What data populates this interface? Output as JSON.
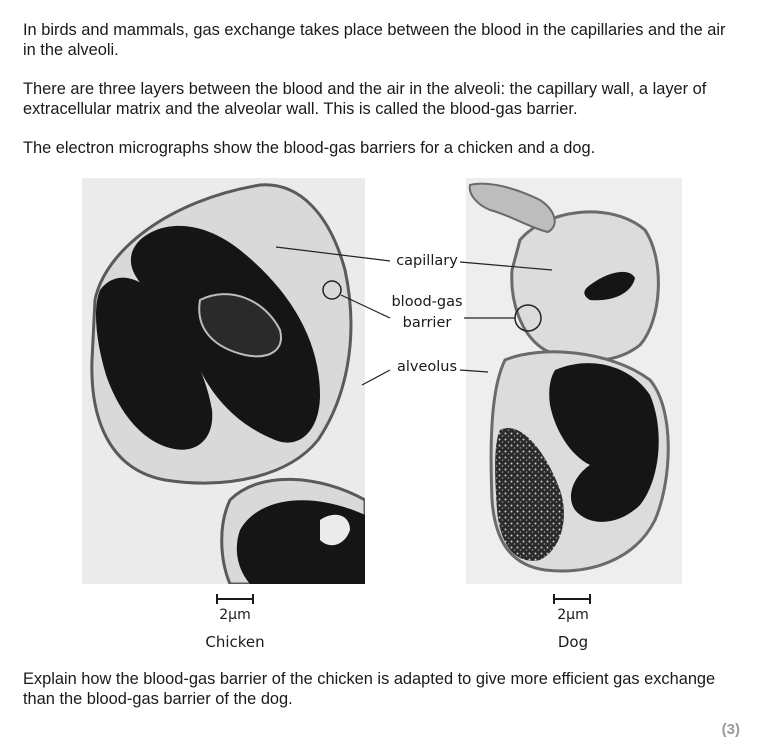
{
  "text": {
    "intro": "In birds and mammals, gas exchange takes place between the blood in the capillaries and the air in the alveoli.",
    "layers": "There are three layers between the blood and the air in the alveoli: the capillary wall, a layer of extracellular matrix and the alveolar wall. This is called the blood-gas barrier.",
    "micrographs": "The electron micrographs show the blood-gas barriers for a chicken and a dog.",
    "question": "Explain how the blood-gas barrier of the chicken is adapted to give more efficient gas exchange than the blood-gas barrier of the dog.",
    "marks": "(3)"
  },
  "figure": {
    "labels": {
      "capillary": "capillary",
      "blood_gas_line1": "blood-gas",
      "blood_gas_line2": "barrier",
      "alveolus": "alveolus"
    },
    "chicken": {
      "scale": "2µm",
      "caption": "Chicken"
    },
    "dog": {
      "scale": "2µm",
      "caption": "Dog"
    }
  }
}
